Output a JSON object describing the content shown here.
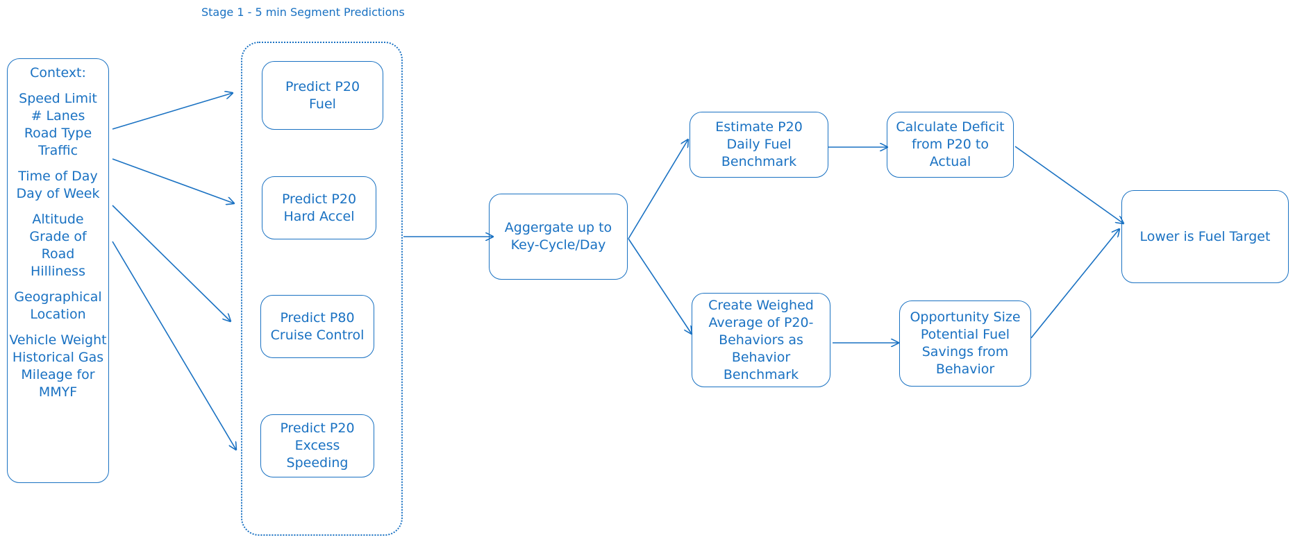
{
  "stage_title": "Stage 1 - 5 min Segment Predictions",
  "context": {
    "heading": "Context:",
    "groups": [
      [
        "Speed Limit",
        "# Lanes",
        "Road Type",
        "Traffic"
      ],
      [
        "Time of Day",
        "Day of Week"
      ],
      [
        "Altitude",
        "Grade of",
        "Road",
        "Hilliness"
      ],
      [
        "Geographical",
        "Location"
      ],
      [
        "Vehicle Weight",
        "Historical Gas",
        "Mileage for",
        "MMYF"
      ]
    ]
  },
  "predictions": {
    "fuel": [
      "Predict P20",
      "Fuel"
    ],
    "hard_accel": [
      "Predict P20",
      "Hard Accel"
    ],
    "cruise": [
      "Predict P80",
      "Cruise Control"
    ],
    "speeding": [
      "Predict P20",
      "Excess",
      "Speeding"
    ]
  },
  "aggregate": [
    "Aggergate up to",
    "Key-Cycle/Day"
  ],
  "estimate_fuel": [
    "Estimate P20",
    "Daily Fuel",
    "Benchmark"
  ],
  "behavior_benchmark": [
    "Create Weighed",
    "Average of P20-",
    "Behaviors as",
    "Behavior",
    "Benchmark"
  ],
  "deficit": [
    "Calculate Deficit",
    "from P20 to",
    "Actual"
  ],
  "opportunity": [
    "Opportunity Size",
    "Potential Fuel",
    "Savings from",
    "Behavior"
  ],
  "target": [
    "Lower is Fuel Target"
  ],
  "colors": {
    "stroke": "#1971c2",
    "background": "#ffffff"
  }
}
